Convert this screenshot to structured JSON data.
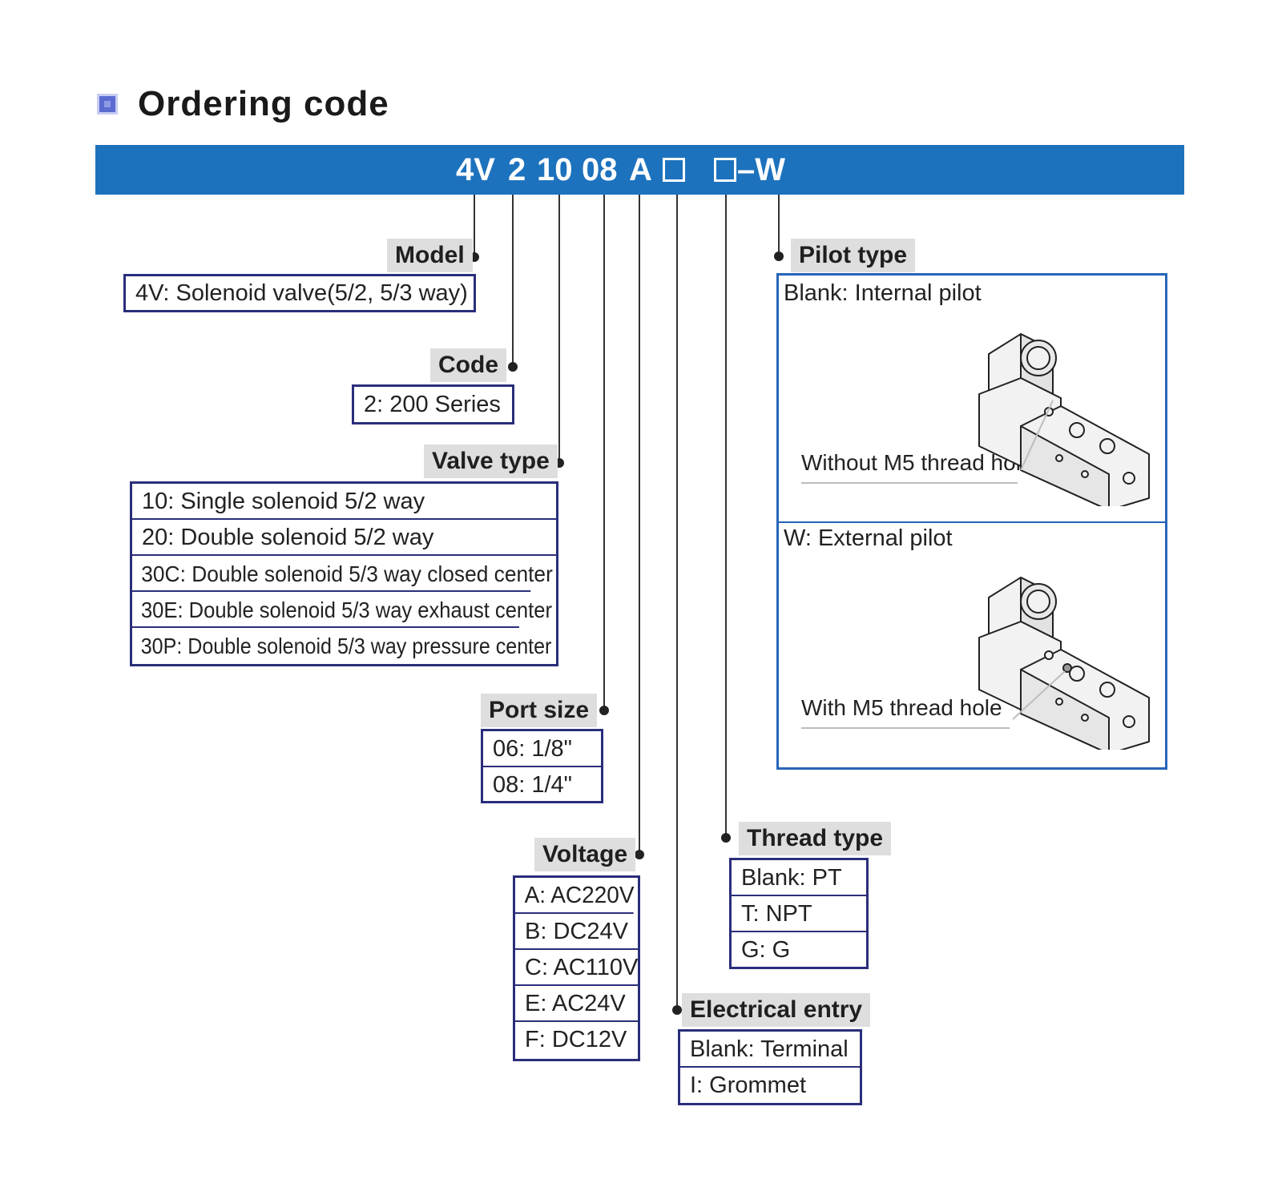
{
  "heading": {
    "title": "Ordering code"
  },
  "code": {
    "seg1": "4V",
    "seg2": "2",
    "seg3": "10",
    "seg4": "08",
    "seg5": "A",
    "seg6": "–W"
  },
  "model": {
    "label": "Model",
    "options": [
      "4V: Solenoid valve(5/2, 5/3 way)"
    ]
  },
  "code_field": {
    "label": "Code",
    "options": [
      "2: 200 Series"
    ]
  },
  "valve_type": {
    "label": "Valve type",
    "options": [
      "10: Single solenoid 5/2 way",
      "20: Double solenoid 5/2 way",
      "30C: Double solenoid 5/3 way closed center",
      "30E: Double solenoid 5/3 way exhaust center",
      "30P: Double solenoid 5/3 way pressure center"
    ]
  },
  "port_size": {
    "label": "Port size",
    "options": [
      "06: 1/8\"",
      "08: 1/4\""
    ]
  },
  "voltage": {
    "label": "Voltage",
    "options": [
      "A: AC220V",
      "B: DC24V",
      "C: AC110V",
      "E: AC24V",
      "F: DC12V"
    ]
  },
  "electrical_entry": {
    "label": "Electrical entry",
    "options": [
      "Blank: Terminal",
      "I: Grommet"
    ]
  },
  "thread_type": {
    "label": "Thread type",
    "options": [
      "Blank: PT",
      "T: NPT",
      "G: G"
    ]
  },
  "pilot_type": {
    "label": "Pilot type",
    "internal": {
      "title": "Blank: Internal pilot",
      "note": "Without M5 thread hole"
    },
    "external": {
      "title": "W: External pilot",
      "note": "With M5 thread hole"
    }
  },
  "colors": {
    "code_bar": "#1d72bd",
    "box_border": "#2a2e7a",
    "pilot_border": "#2764b8",
    "label_bg": "#dedede"
  }
}
